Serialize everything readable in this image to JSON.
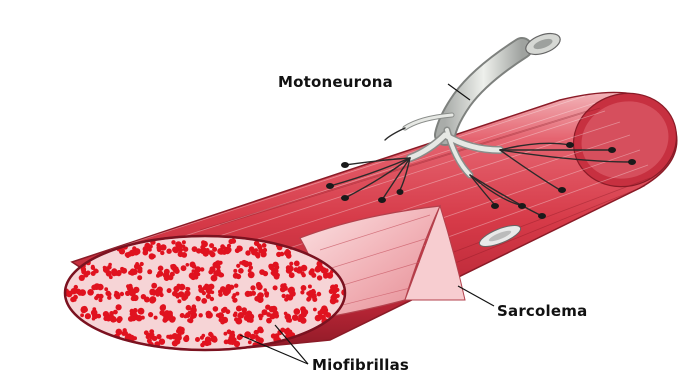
{
  "labels": {
    "motoneuron": "Motoneurona",
    "sarcolemma": "Sarcolema",
    "myofibrils": "Miofibrillas"
  },
  "colors": {
    "muscle_red": "#d63a48",
    "muscle_dark": "#a31d2c",
    "muscle_light": "#f1a8ae",
    "fibril_red": "#e0121f",
    "endomysium": "#f6d4d6",
    "nerve": "#d9dcd8",
    "nerve_shadow": "#8e918e",
    "ending": "#222222"
  },
  "icons": {
    "muscle": "muscle-fiber-illustration",
    "nerve": "motor-neuron-illustration"
  }
}
